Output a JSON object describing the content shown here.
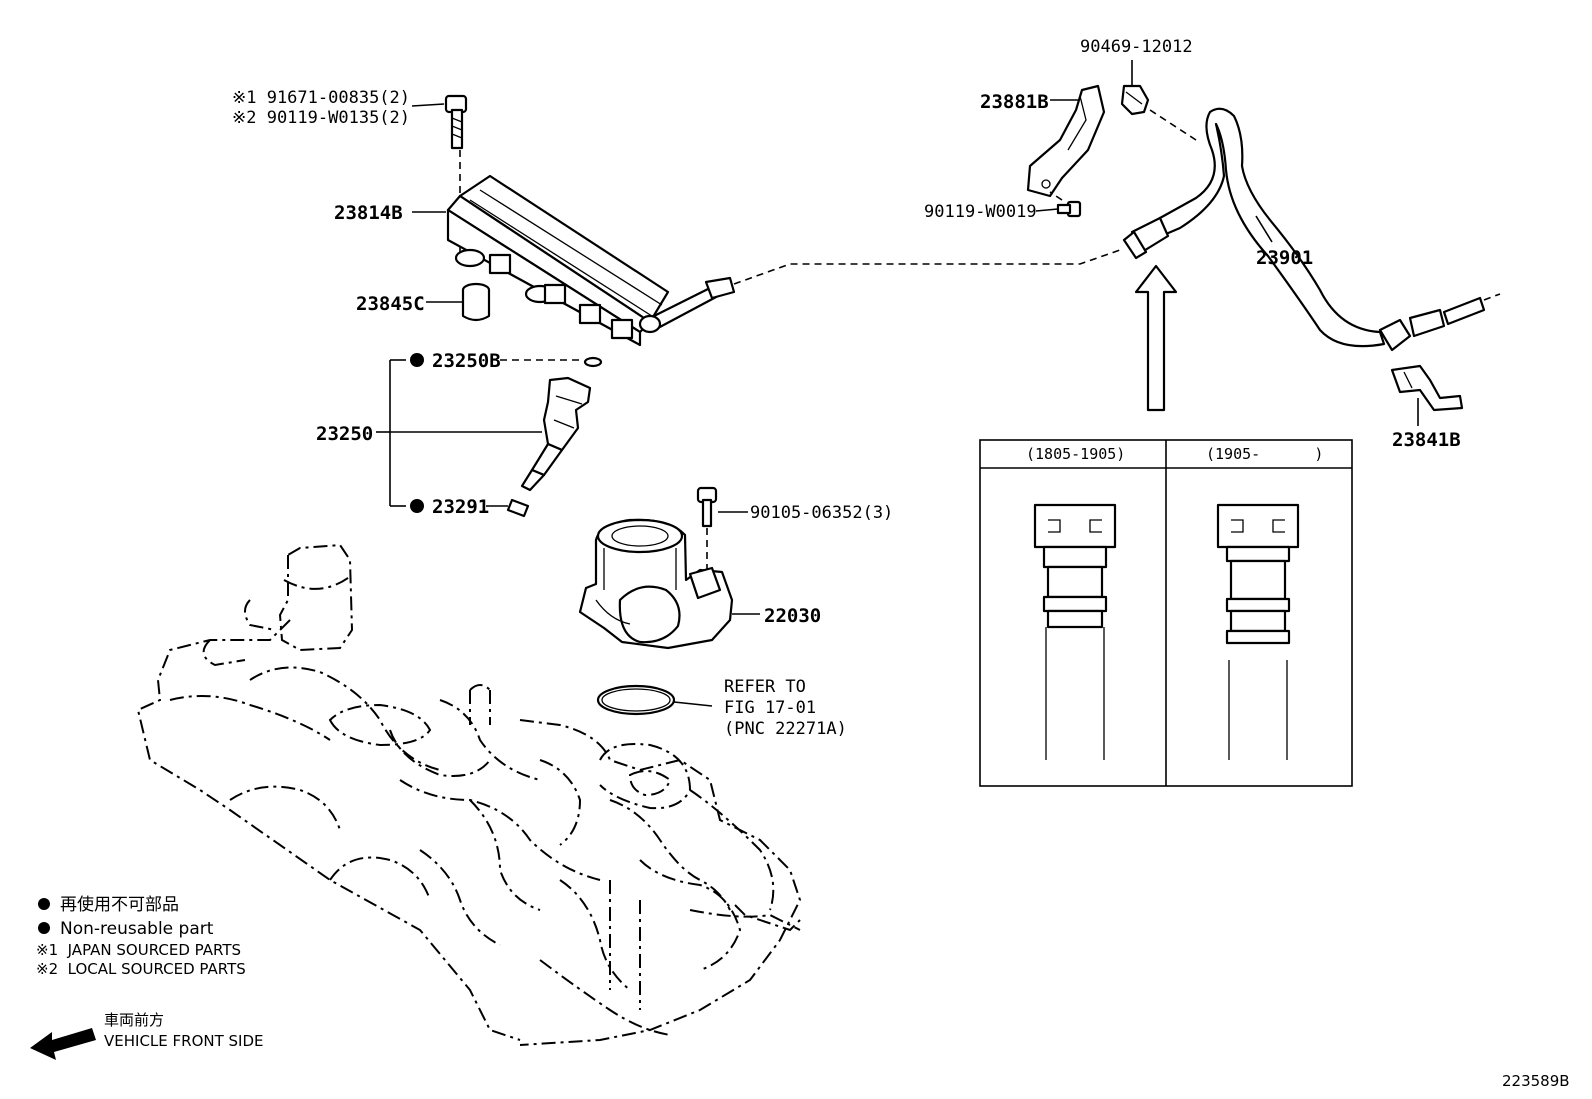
{
  "labels": {
    "bolt_note1": "※1 91671-00835(2)",
    "bolt_note2": "※2 90119-W0135(2)",
    "fuel_rail": "23814B",
    "spacer": "23845C",
    "oring": "23250B",
    "injector": "23250",
    "insulator": "23291",
    "throttle_bolt": "90105-06352(3)",
    "throttle_body": "22030",
    "refer_line1": "REFER TO",
    "refer_line2": "FIG 17-01",
    "refer_line3": "(PNC 22271A)",
    "clamp_top": "90469-12012",
    "bracket": "23881B",
    "bracket_bolt": "90119-W0019",
    "fuel_hose": "23901",
    "clamp_right": "23841B"
  },
  "detail_box": {
    "col1_header": "(1805-1905)",
    "col2_header": "(1905-      )"
  },
  "legend": {
    "line1": "再使用不可部品",
    "line2": "Non-reusable part",
    "line3": "※1  JAPAN SOURCED PARTS",
    "line4": "※2  LOCAL SOURCED PARTS"
  },
  "direction": {
    "jp": "車両前方",
    "en": "VEHICLE FRONT SIDE"
  },
  "figure_id": "223589B"
}
